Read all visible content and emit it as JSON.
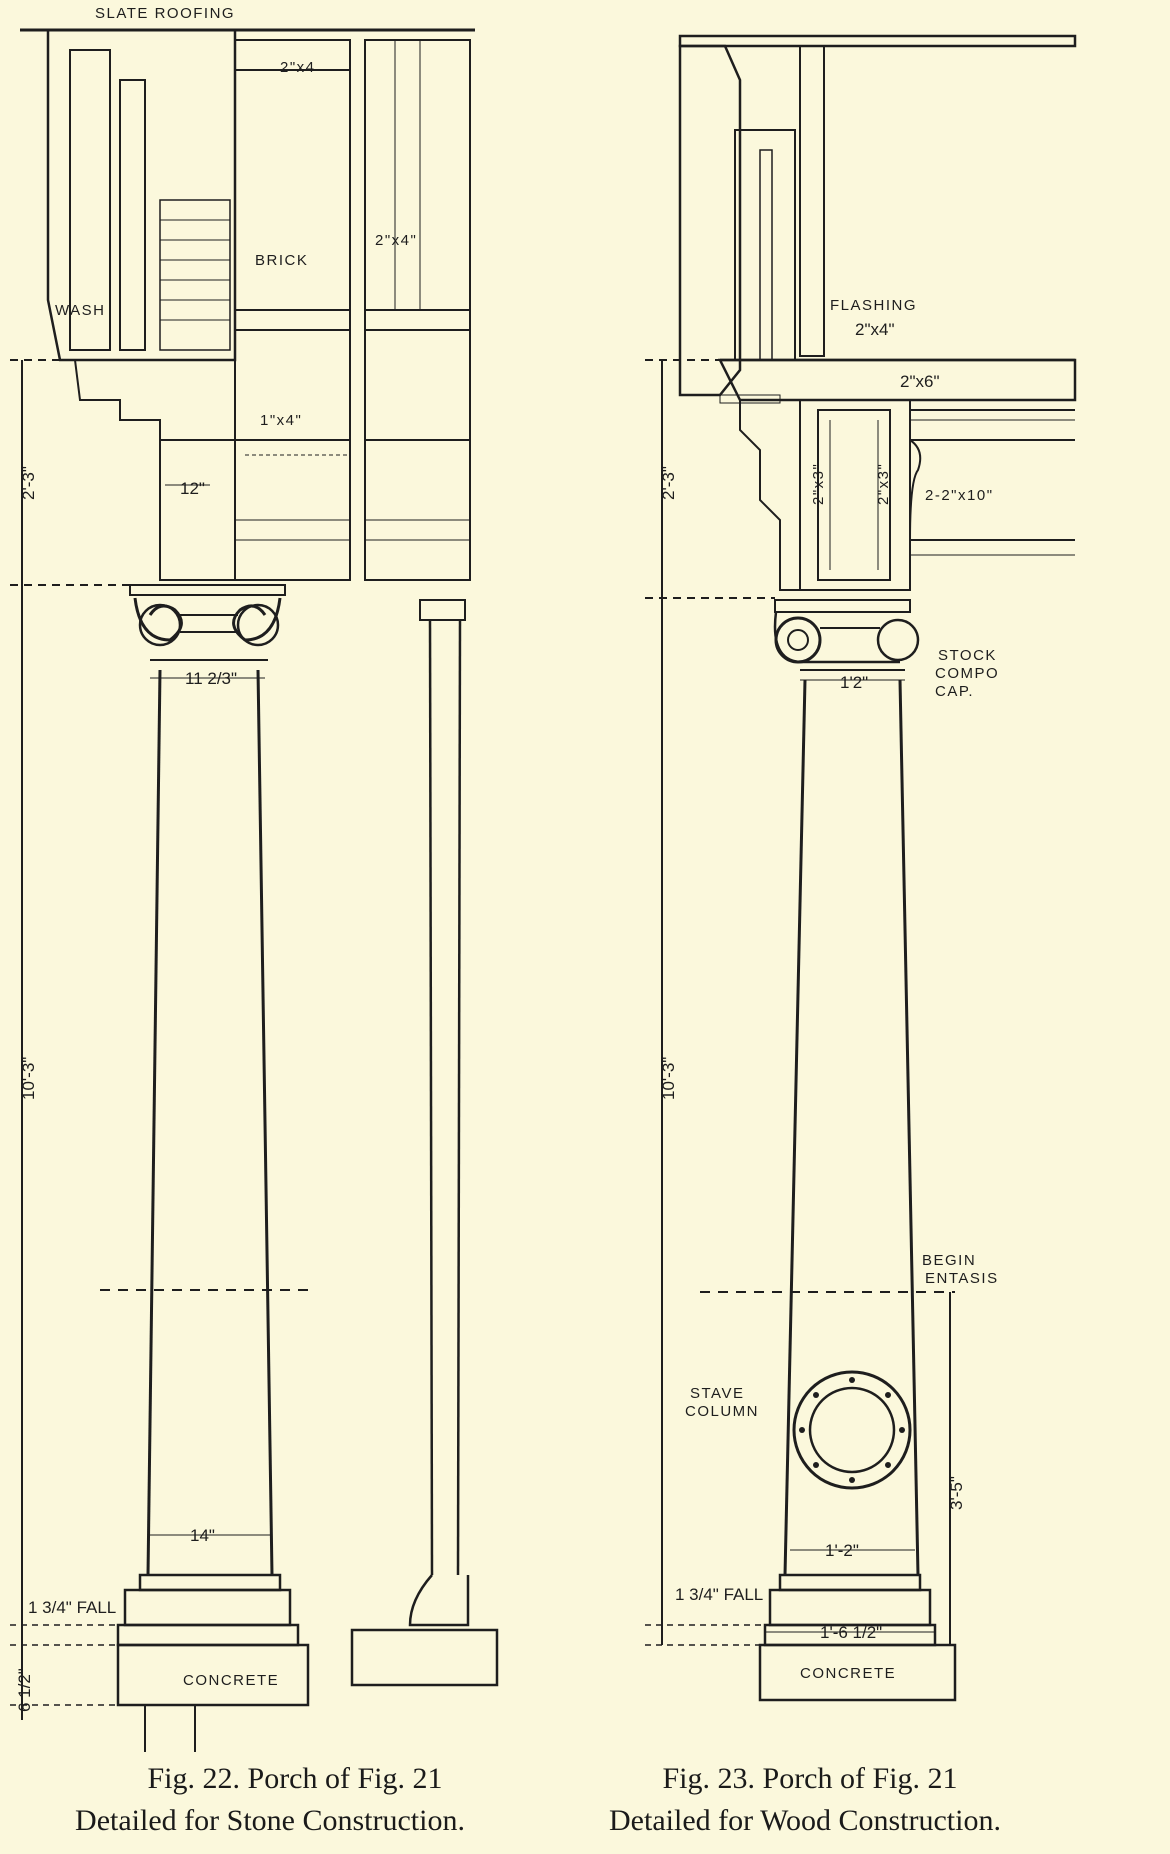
{
  "figures": [
    {
      "caption_line1": "Fig. 22.   Porch of Fig. 21",
      "caption_line2": "Detailed for Stone Construction.",
      "labels": {
        "slate_roofing": "SLATE ROOFING",
        "brick": "BRICK",
        "wash": "WASH",
        "lumber_2x4_top": "2\"x4",
        "lumber_2x4_side": "2\"x4\"",
        "lumber_1x4": "1\"x4\"",
        "concrete": "CONCRETE"
      },
      "dimensions": {
        "entablature_height": "2'-3\"",
        "column_height": "10'-3\"",
        "block_width": "12\"",
        "neck_diameter": "11 2/3\"",
        "base_diameter": "14\"",
        "fall": "1 3/4\" FALL",
        "base_height": "6 1/2\""
      }
    },
    {
      "caption_line1": "Fig. 23.   Porch of Fig. 21",
      "caption_line2": "Detailed for Wood Construction.",
      "labels": {
        "flashing": "FLASHING",
        "lumber_2x4": "2\"x4\"",
        "lumber_2x6": "2\"x6\"",
        "lumber_2_2x10": "2-2\"x10\"",
        "lumber_2x3": "2\"x3\"",
        "stock_compo_cap_1": "STOCK",
        "stock_compo_cap_2": "COMPO",
        "stock_compo_cap_3": "CAP.",
        "begin_entasis_1": "BEGIN",
        "begin_entasis_2": "ENTASIS",
        "stave_column_1": "STAVE",
        "stave_column_2": "COLUMN",
        "concrete": "CONCRETE"
      },
      "dimensions": {
        "entablature_height": "2'-3\"",
        "column_height": "10'-3\"",
        "neck_diameter": "1'2\"",
        "lower_diameter": "1'-2\"",
        "plinth_width": "1'-6 1/2\"",
        "entasis_height": "3'-5\"",
        "fall": "1 3/4\" FALL"
      }
    }
  ],
  "colors": {
    "paper": "#fbf8dc",
    "ink": "#1e1e1e"
  }
}
